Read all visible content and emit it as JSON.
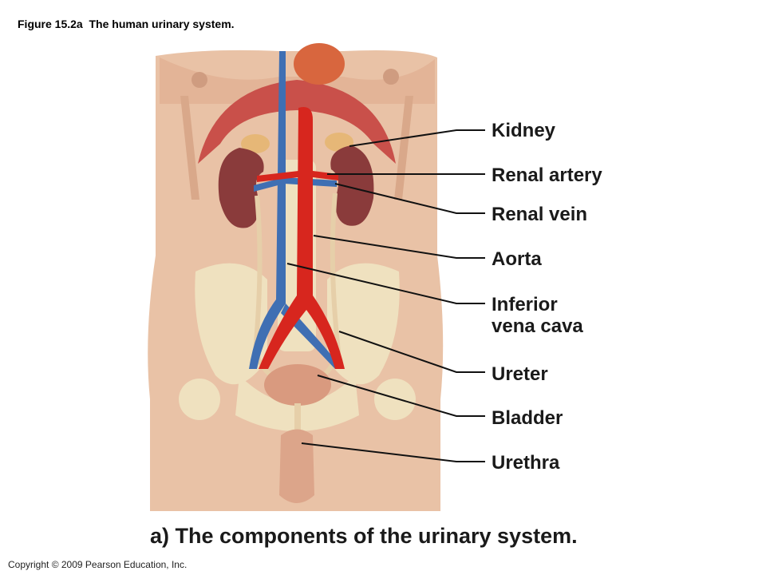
{
  "figure": {
    "caption": "Figure 15.2a  The human urinary system.",
    "subtitle": "a) The components of the urinary system.",
    "copyright": "Copyright © 2009 Pearson Education, Inc."
  },
  "labels": [
    {
      "id": "kidney",
      "text": "Kidney"
    },
    {
      "id": "renal-artery",
      "text": "Renal artery"
    },
    {
      "id": "renal-vein",
      "text": "Renal vein"
    },
    {
      "id": "aorta",
      "text": "Aorta"
    },
    {
      "id": "inferior-vena-cava",
      "text": "Inferior\nvena cava"
    },
    {
      "id": "ureter",
      "text": "Ureter"
    },
    {
      "id": "bladder",
      "text": "Bladder"
    },
    {
      "id": "urethra",
      "text": "Urethra"
    }
  ],
  "colors": {
    "skin": "#e9c2a6",
    "skin_shadow": "#d9a88a",
    "kidney": "#8a3b3b",
    "artery": "#d7261e",
    "vein": "#3f6fb3",
    "bone": "#efe1bf",
    "diaphragm": "#c9504a",
    "leader": "#111111"
  }
}
